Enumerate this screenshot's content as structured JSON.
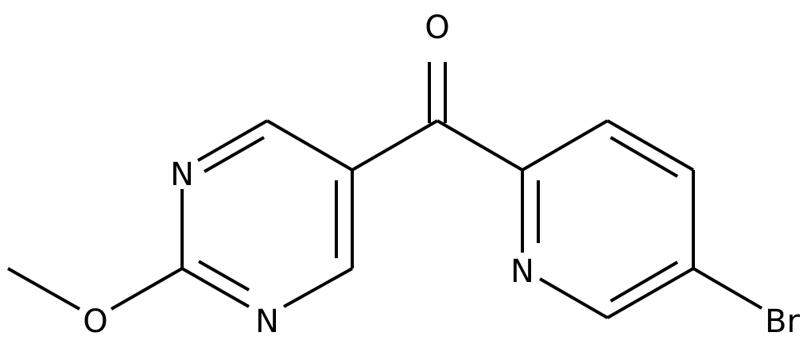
{
  "atoms": {
    "carbonyl_oxygen": "O",
    "pyrimidine_n1": "N",
    "pyrimidine_n3": "N",
    "methoxy_oxygen": "O",
    "pyridine_n": "N",
    "bromine": "Br"
  },
  "colors": {
    "bond": "#000000",
    "label": "#000000",
    "background": "#ffffff"
  }
}
